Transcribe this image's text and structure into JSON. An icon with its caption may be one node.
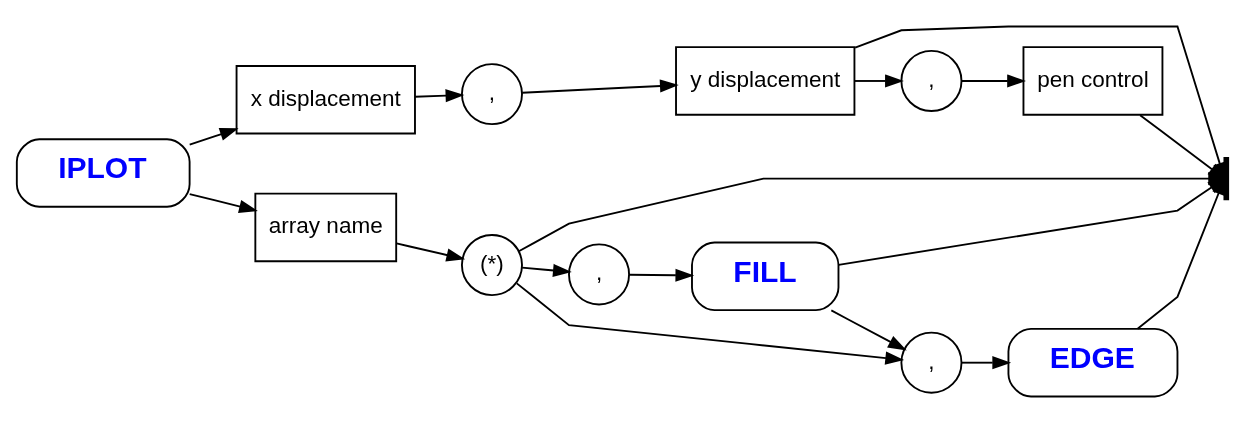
{
  "diagram": {
    "nodes": [
      {
        "text": [
          "IPLOT"
        ]
      },
      {
        "text": [
          "x displacement"
        ]
      },
      {
        "text": [
          ","
        ]
      },
      {
        "text": [
          "y displacement"
        ]
      },
      {
        "text": [
          ","
        ]
      },
      {
        "text": [
          "pen control"
        ]
      },
      {
        "text": [
          "array name"
        ]
      },
      {
        "text": [
          "(*)"
        ]
      },
      {
        "text": [
          ","
        ]
      },
      {
        "text": [
          "FILL"
        ]
      },
      {
        "text": [
          ","
        ]
      },
      {
        "text": [
          "EDGE"
        ]
      },
      {
        "text": [],
        "shape": "bar"
      }
    ],
    "edges": [
      {
        "from": 0,
        "to": 1,
        "arrow": "to"
      },
      {
        "from": 1,
        "to": 2,
        "arrow": "to"
      },
      {
        "from": 2,
        "to": 3,
        "arrow": "to"
      },
      {
        "from": 3,
        "to": 12,
        "arrow": "to"
      },
      {
        "from": 3,
        "to": 4,
        "arrow": "to"
      },
      {
        "from": 4,
        "to": 5,
        "arrow": "to"
      },
      {
        "from": 5,
        "to": 12,
        "arrow": "to"
      },
      {
        "from": 0,
        "to": 6,
        "arrow": "to"
      },
      {
        "from": 6,
        "to": 7,
        "arrow": "to"
      },
      {
        "from": 7,
        "to": 12,
        "arrow": "to"
      },
      {
        "from": 7,
        "to": 8,
        "arrow": "to"
      },
      {
        "from": 8,
        "to": 9,
        "arrow": "to"
      },
      {
        "from": 9,
        "to": 12,
        "arrow": "to"
      },
      {
        "from": 9,
        "to": 10,
        "arrow": "to"
      },
      {
        "from": 7,
        "to": 10,
        "arrow": "to"
      },
      {
        "from": 10,
        "to": 11,
        "arrow": "to"
      },
      {
        "from": 11,
        "to": 12,
        "arrow": "to"
      }
    ]
  }
}
